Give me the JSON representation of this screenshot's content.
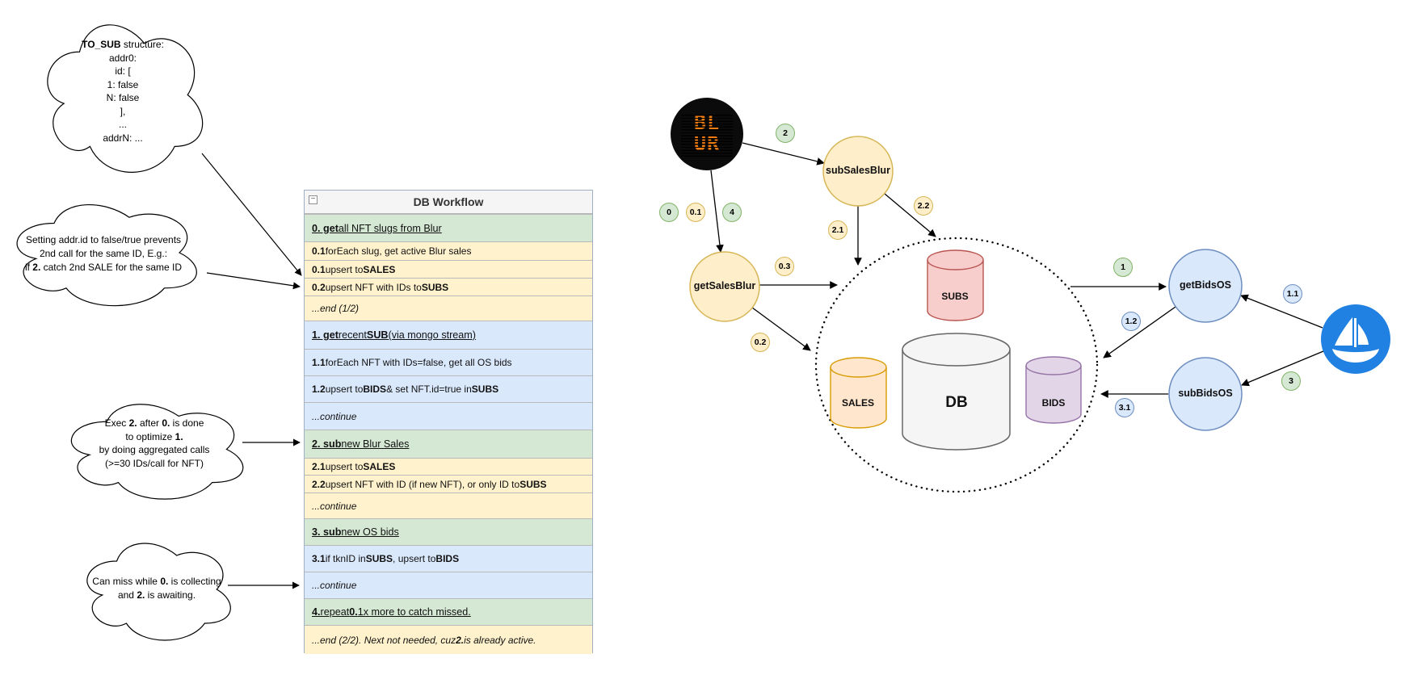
{
  "clouds": [
    {
      "name": "to-sub-structure-note",
      "lines": [
        [
          [
            "TO_SUB",
            "b"
          ],
          [
            " structure:",
            ""
          ]
        ],
        [
          [
            "addr0:",
            ""
          ]
        ],
        [
          [
            "id: [",
            ""
          ]
        ],
        [
          [
            "1: false",
            ""
          ]
        ],
        [
          [
            "N: false",
            ""
          ]
        ],
        [
          [
            "],",
            ""
          ]
        ],
        [
          [
            "...",
            ""
          ]
        ],
        [
          [
            "addrN: ...",
            ""
          ]
        ]
      ]
    },
    {
      "name": "prevent-2nd-call-note",
      "lines": [
        [
          [
            "Setting addr.id to false/true prevents",
            ""
          ]
        ],
        [
          [
            "2nd call for the same ID, E.g.:",
            ""
          ]
        ],
        [
          [
            "if ",
            ""
          ],
          [
            "2.",
            "b"
          ],
          [
            " catch 2nd SALE for the same ID",
            ""
          ]
        ]
      ]
    },
    {
      "name": "exec-order-note",
      "lines": [
        [
          [
            "Exec ",
            ""
          ],
          [
            "2.",
            "b"
          ],
          [
            " after ",
            ""
          ],
          [
            "0.",
            "b"
          ],
          [
            " is done",
            ""
          ]
        ],
        [
          [
            "to optimize ",
            ""
          ],
          [
            "1.",
            "b"
          ]
        ],
        [
          [
            "by doing aggregated calls",
            ""
          ]
        ],
        [
          [
            "(>=30 IDs/call for NFT)",
            ""
          ]
        ]
      ]
    },
    {
      "name": "can-miss-note",
      "lines": [
        [
          [
            "Can miss while ",
            ""
          ],
          [
            "0.",
            "b"
          ],
          [
            " is collecting",
            ""
          ]
        ],
        [
          [
            "and ",
            ""
          ],
          [
            "2.",
            "b"
          ],
          [
            " is awaiting.",
            ""
          ]
        ]
      ]
    }
  ],
  "table": {
    "title": "DB Workflow",
    "collapse_icon": "−",
    "rows": [
      {
        "kind": "section",
        "color": "green",
        "segments": [
          [
            "0. get",
            "bu"
          ],
          [
            " all NFT slugs from Blur",
            "u"
          ]
        ]
      },
      {
        "kind": "item",
        "color": "yellow",
        "segments": [
          [
            "0.1",
            "b"
          ],
          [
            " forEach slug, get active Blur sales",
            ""
          ]
        ]
      },
      {
        "kind": "item",
        "color": "yellow",
        "segments": [
          [
            "0.1",
            "b"
          ],
          [
            " upsert to ",
            ""
          ],
          [
            "SALES",
            "b"
          ]
        ]
      },
      {
        "kind": "item",
        "color": "yellow",
        "segments": [
          [
            "0.2",
            "b"
          ],
          [
            " upsert NFT with IDs to ",
            ""
          ],
          [
            "SUBS",
            "b"
          ]
        ]
      },
      {
        "kind": "note",
        "color": "yellow",
        "segments": [
          [
            "...end (1/2)",
            "i"
          ]
        ]
      },
      {
        "kind": "section",
        "color": "blue",
        "segments": [
          [
            "1. get",
            "bu"
          ],
          [
            " recent ",
            "u"
          ],
          [
            "SUB",
            "bu"
          ],
          [
            " (via mongo stream)",
            "u"
          ]
        ]
      },
      {
        "kind": "item",
        "color": "blue",
        "segments": [
          [
            "1.1",
            "b"
          ],
          [
            " forEach NFT with IDs=false, get all OS bids",
            ""
          ]
        ]
      },
      {
        "kind": "item",
        "color": "blue",
        "segments": [
          [
            "1.2",
            "b"
          ],
          [
            " upsert to ",
            ""
          ],
          [
            "BIDS",
            "b"
          ],
          [
            " & set NFT.id=true in ",
            ""
          ],
          [
            "SUBS",
            "b"
          ]
        ]
      },
      {
        "kind": "note",
        "color": "blue",
        "segments": [
          [
            "...continue",
            "i"
          ]
        ]
      },
      {
        "kind": "section",
        "color": "green",
        "segments": [
          [
            "2. sub",
            "bu"
          ],
          [
            " new Blur Sales",
            "u"
          ]
        ]
      },
      {
        "kind": "item",
        "color": "yellow",
        "segments": [
          [
            "2.1",
            "b"
          ],
          [
            " upsert to ",
            ""
          ],
          [
            "SALES",
            "b"
          ]
        ]
      },
      {
        "kind": "item",
        "color": "yellow",
        "segments": [
          [
            "2.2",
            "b"
          ],
          [
            " upsert NFT with ID (if new NFT), or only ID to ",
            ""
          ],
          [
            "SUBS",
            "b"
          ]
        ]
      },
      {
        "kind": "note",
        "color": "yellow",
        "segments": [
          [
            "...continue",
            "i"
          ]
        ]
      },
      {
        "kind": "section",
        "color": "green",
        "segments": [
          [
            "3. sub",
            "bu"
          ],
          [
            " new OS bids",
            "u"
          ]
        ]
      },
      {
        "kind": "item",
        "color": "blue",
        "segments": [
          [
            "3.1",
            "b"
          ],
          [
            " if tknID in ",
            ""
          ],
          [
            "SUBS",
            "b"
          ],
          [
            ", upsert to ",
            ""
          ],
          [
            "BIDS",
            "b"
          ]
        ]
      },
      {
        "kind": "note",
        "color": "blue",
        "segments": [
          [
            "...continue",
            "i"
          ]
        ]
      },
      {
        "kind": "section",
        "color": "green",
        "segments": [
          [
            "4.",
            "bu"
          ],
          [
            " repeat ",
            "u"
          ],
          [
            "0.",
            "bu"
          ],
          [
            " 1x more to catch missed.",
            "u"
          ]
        ]
      },
      {
        "kind": "note",
        "color": "yellow",
        "segments": [
          [
            "...end (2/2). Next not needed, cuz ",
            "i"
          ],
          [
            "2.",
            "bi"
          ],
          [
            " is already active.",
            "i"
          ]
        ]
      }
    ]
  },
  "nodes": {
    "blur": {
      "label_line1": "BL",
      "label_line2": "UR",
      "icon": "blur-logo"
    },
    "subSalesBlur": {
      "label": "subSalesBlur"
    },
    "getSalesBlur": {
      "label": "getSalesBlur"
    },
    "getBidsOS": {
      "label": "getBidsOS"
    },
    "subBidsOS": {
      "label": "subBidsOS"
    },
    "opensea": {
      "icon": "opensea-ship-logo"
    }
  },
  "cylinders": [
    {
      "label": "SUBS",
      "color": "#f8cecc"
    },
    {
      "label": "DB",
      "color": "#f5f5f5"
    },
    {
      "label": "SALES",
      "color": "#ffe6cc"
    },
    {
      "label": "BIDS",
      "color": "#e1d5e7"
    }
  ],
  "badges": [
    {
      "label": "2",
      "color": "green"
    },
    {
      "label": "0",
      "color": "green"
    },
    {
      "label": "0.1",
      "color": "yellow"
    },
    {
      "label": "4",
      "color": "green"
    },
    {
      "label": "2.1",
      "color": "yellow"
    },
    {
      "label": "2.2",
      "color": "yellow"
    },
    {
      "label": "0.3",
      "color": "yellow"
    },
    {
      "label": "0.2",
      "color": "yellow"
    },
    {
      "label": "1",
      "color": "green"
    },
    {
      "label": "1.1",
      "color": "blue"
    },
    {
      "label": "1.2",
      "color": "blue"
    },
    {
      "label": "3",
      "color": "green"
    },
    {
      "label": "3.1",
      "color": "blue"
    }
  ],
  "colors": {
    "green_fill": "#d5e8d4",
    "green_border": "#82b366",
    "yellow_fill": "#fff2cc",
    "yellow_border": "#d6b656",
    "blue_fill": "#dae8fc",
    "blue_border": "#6c8ebf",
    "node_yellow_fill": "#ffeeca",
    "subs_fill": "#f8cecc",
    "subs_border": "#b85450",
    "sales_fill": "#ffe6cc",
    "sales_border": "#d79b00",
    "bids_fill": "#e1d5e7",
    "bids_border": "#9673a6",
    "db_fill": "#f5f5f5",
    "db_border": "#666666",
    "opensea_blue": "#2081e2",
    "blur_orange": "#f07d12",
    "blur_black": "#0b0b0b"
  }
}
